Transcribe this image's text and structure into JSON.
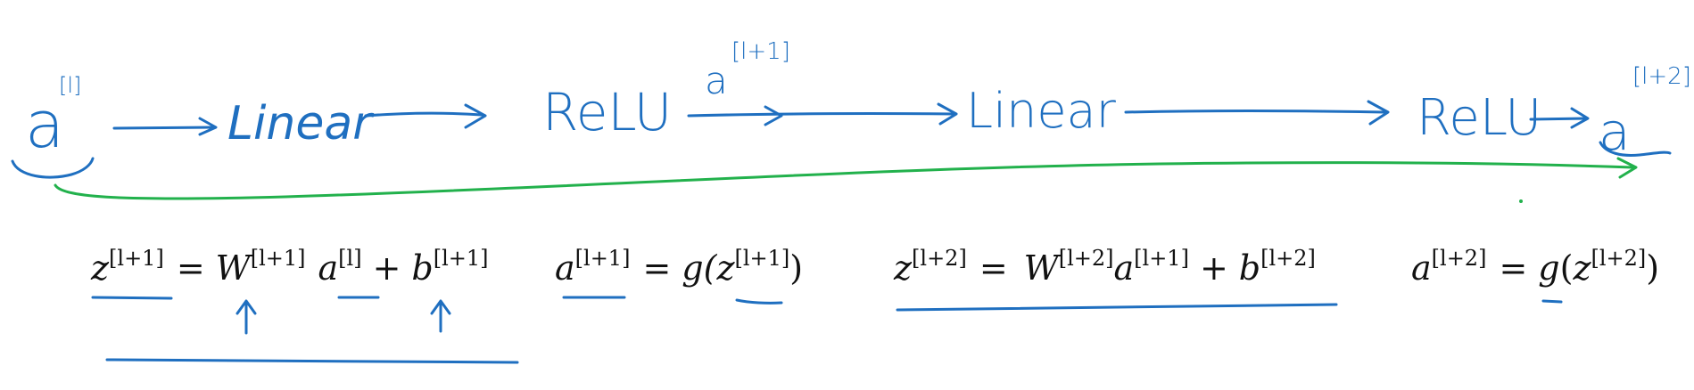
{
  "colors": {
    "ink_blue": "#1f6fc0",
    "ink_green": "#22b14c",
    "text": "#111111"
  },
  "flow": {
    "start": {
      "base": "a",
      "sup": "[l]"
    },
    "linear1": "Linear",
    "relu1": "ReLU",
    "mid": {
      "base": "a",
      "sup": "[l+1]"
    },
    "linear2": "Linear",
    "relu2": "ReLU",
    "end": {
      "base": "a",
      "sup": "[l+2]"
    }
  },
  "equations": {
    "eq1": {
      "lhs": "z",
      "lhs_sup": "[l+1]",
      "eq": "=",
      "w": "W",
      "w_sup": "[l+1]",
      "a": "a",
      "a_sup": "[l]",
      "plus": "+",
      "b": "b",
      "b_sup": "[l+1]"
    },
    "eq2": {
      "lhs": "a",
      "lhs_sup": "[l+1]",
      "eq": "=",
      "g": "g(",
      "z": "z",
      "z_sup": "[l+1]",
      "close": ")"
    },
    "eq3": {
      "lhs": "z",
      "lhs_sup": "[l+2]",
      "eq": "=",
      "w": "W",
      "w_sup": "[l+2]",
      "a": "a",
      "a_sup": "[l+1]",
      "plus": "+",
      "b": "b",
      "b_sup": "[l+2]"
    },
    "eq4": {
      "lhs": "a",
      "lhs_sup": "[l+2]",
      "eq": "=",
      "g": "g",
      "paren": "(",
      "z": "z",
      "z_sup": "[l+2]",
      "close": ")"
    }
  }
}
